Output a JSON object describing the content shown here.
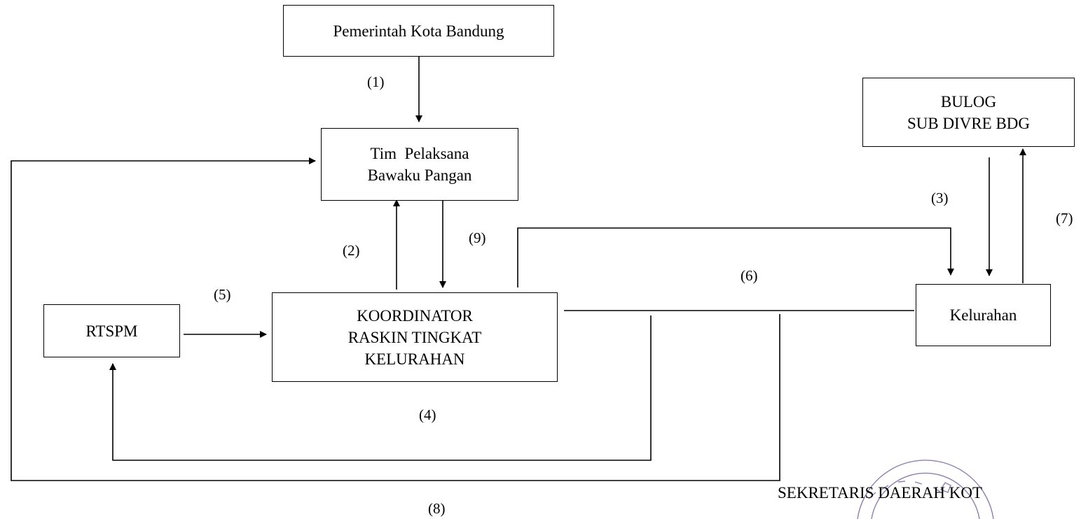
{
  "boxes": {
    "pemerintah": "Pemerintah Kota Bandung",
    "tim": "Tim  Pelaksana\nBawaku Pangan",
    "bulog": "BULOG\nSUB DIVRE BDG",
    "rtspm": "RTSPM",
    "koordinator": "KOORDINATOR\nRASKIN TINGKAT\nKELURAHAN",
    "kelurahan": "Kelurahan"
  },
  "step_labels": {
    "s1": "(1)",
    "s2": "(2)",
    "s3": "(3)",
    "s4": "(4)",
    "s5": "(5)",
    "s6": "(6)",
    "s7": "(7)",
    "s8": "(8)",
    "s9": "(9)"
  },
  "footer": {
    "signature_title": "SEKRETARIS DAERAH KOT"
  },
  "stamp": {
    "color": "#7b6a9e"
  }
}
